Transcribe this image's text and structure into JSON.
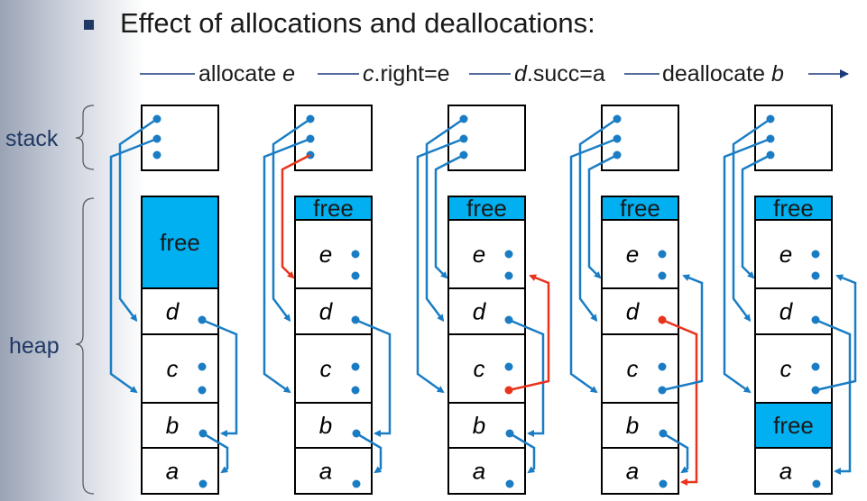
{
  "title": "Effect of allocations and deallocations:",
  "labels": {
    "stack": "stack",
    "heap": "heap"
  },
  "steps": [
    {
      "pre": "allocate ",
      "var": "e",
      "post": ""
    },
    {
      "pre": "",
      "var": "c",
      "post": ".right=e"
    },
    {
      "pre": "",
      "var": "d",
      "post": ".succ=a"
    },
    {
      "pre": "deallocate ",
      "var": "b",
      "post": ""
    }
  ],
  "snapshots": [
    {
      "cells": [
        "free",
        "d",
        "c",
        "b",
        "a"
      ]
    },
    {
      "cells": [
        "free",
        "e",
        "d",
        "c",
        "b",
        "a"
      ]
    },
    {
      "cells": [
        "free",
        "e",
        "d",
        "c",
        "b",
        "a"
      ]
    },
    {
      "cells": [
        "free",
        "e",
        "d",
        "c",
        "b",
        "a"
      ]
    },
    {
      "cells": [
        "free",
        "e",
        "d",
        "c",
        "free",
        "a"
      ]
    }
  ],
  "colors": {
    "free_fill": "#00b0f0",
    "pointer": "#1a7dc4",
    "changed": "#e8341c"
  }
}
